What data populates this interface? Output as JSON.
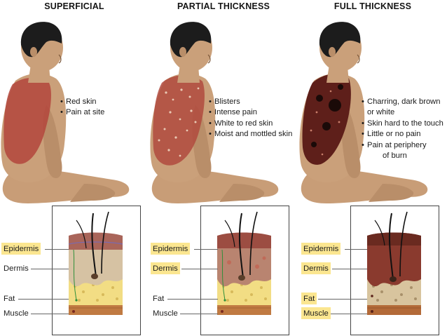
{
  "panels": [
    {
      "id": "superficial",
      "title": "SUPERFICIAL",
      "bullets": [
        "Red skin",
        "Pain at site"
      ],
      "burn_color": "#b3453c",
      "highlighted_layers": [
        "Epidermis"
      ]
    },
    {
      "id": "partial",
      "title": "PARTIAL THICKNESS",
      "bullets": [
        "Blisters",
        "Intense pain",
        "White to red skin",
        "Moist and mottled skin"
      ],
      "burn_color": "#b04a3e",
      "highlighted_layers": [
        "Epidermis",
        "Dermis"
      ]
    },
    {
      "id": "full",
      "title": "FULL THICKNESS",
      "bullets": [
        "Charring, dark brown",
        "or white",
        "Skin hard to the touch",
        "Little or no pain",
        "Pain at periphery",
        "of burn"
      ],
      "burn_color": "#5e1f1a",
      "highlighted_layers": [
        "Epidermis",
        "Dermis",
        "Fat",
        "Muscle"
      ]
    }
  ],
  "layers": {
    "epidermis": "Epidermis",
    "dermis": "Dermis",
    "fat": "Fat",
    "muscle": "Muscle"
  },
  "colors": {
    "skin": "#caa07a",
    "skin_shadow": "#a97e58",
    "hair": "#1c1c1c",
    "highlight": "#fbe690",
    "fat": "#f2dd84",
    "muscle": "#c07a42",
    "dermis": "#d9c3a5",
    "epidermis": "#a9655a"
  }
}
